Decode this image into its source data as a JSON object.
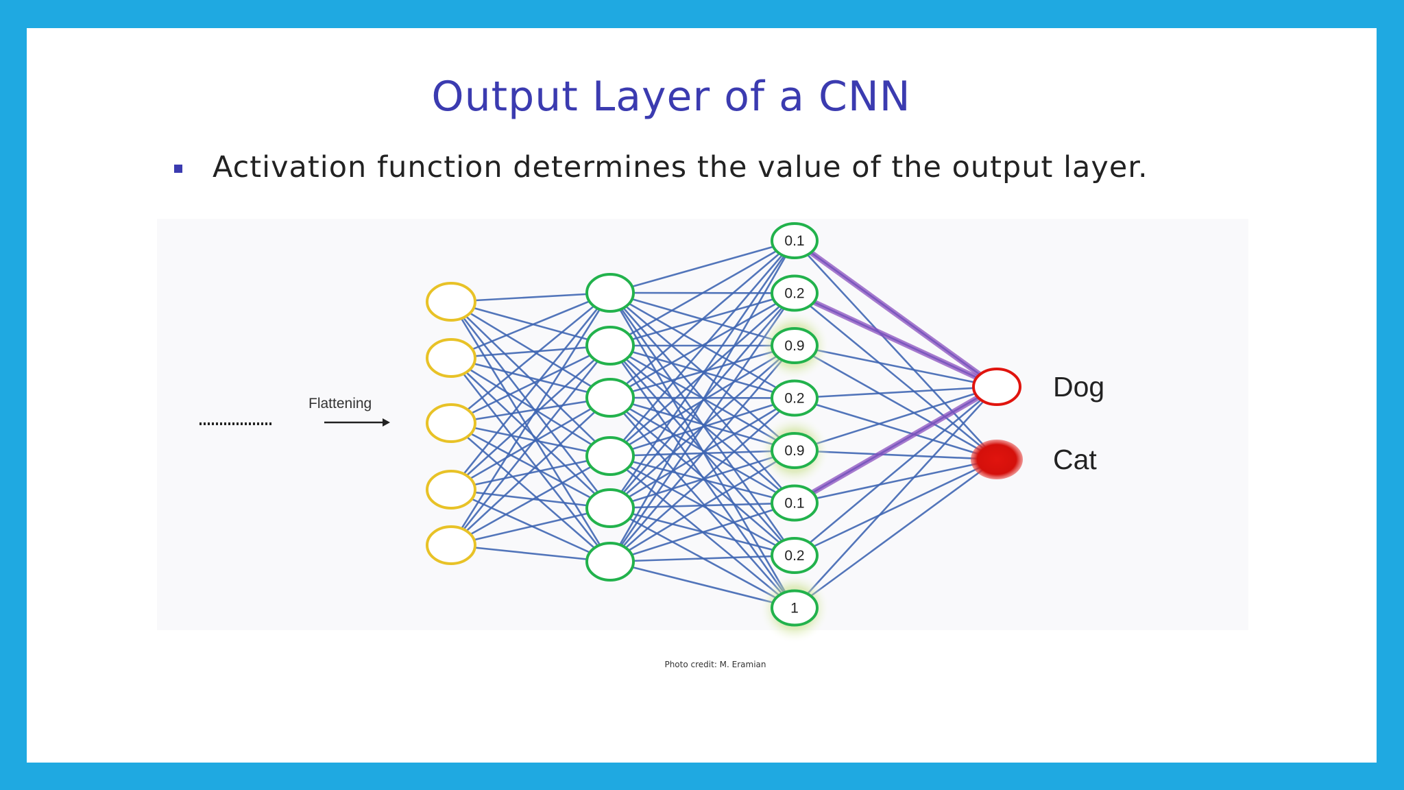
{
  "slide": {
    "title": "Output Layer of a CNN",
    "bullet": "Activation function determines the value of the output layer.",
    "credit": "Photo credit: M. Eramian"
  },
  "diagram": {
    "flatten_label": "Flattening",
    "input_layer": {
      "count": 5,
      "color": "#e8c227"
    },
    "hidden_layer": {
      "count": 6,
      "color": "#22b24c"
    },
    "fc_layer": {
      "values": [
        "0.1",
        "0.2",
        "0.9",
        "0.2",
        "0.9",
        "0.1",
        "0.2",
        "1"
      ],
      "highlighted": [
        false,
        false,
        true,
        false,
        true,
        false,
        false,
        true
      ],
      "color": "#22b24c"
    },
    "outputs": [
      {
        "label": "Dog",
        "filled": false
      },
      {
        "label": "Cat",
        "filled": true
      }
    ],
    "colors": {
      "edge": "#3f66b3",
      "highlight_edge": "#8a4fbf",
      "output": "#e0140e",
      "glow": "#a9d24e"
    }
  }
}
